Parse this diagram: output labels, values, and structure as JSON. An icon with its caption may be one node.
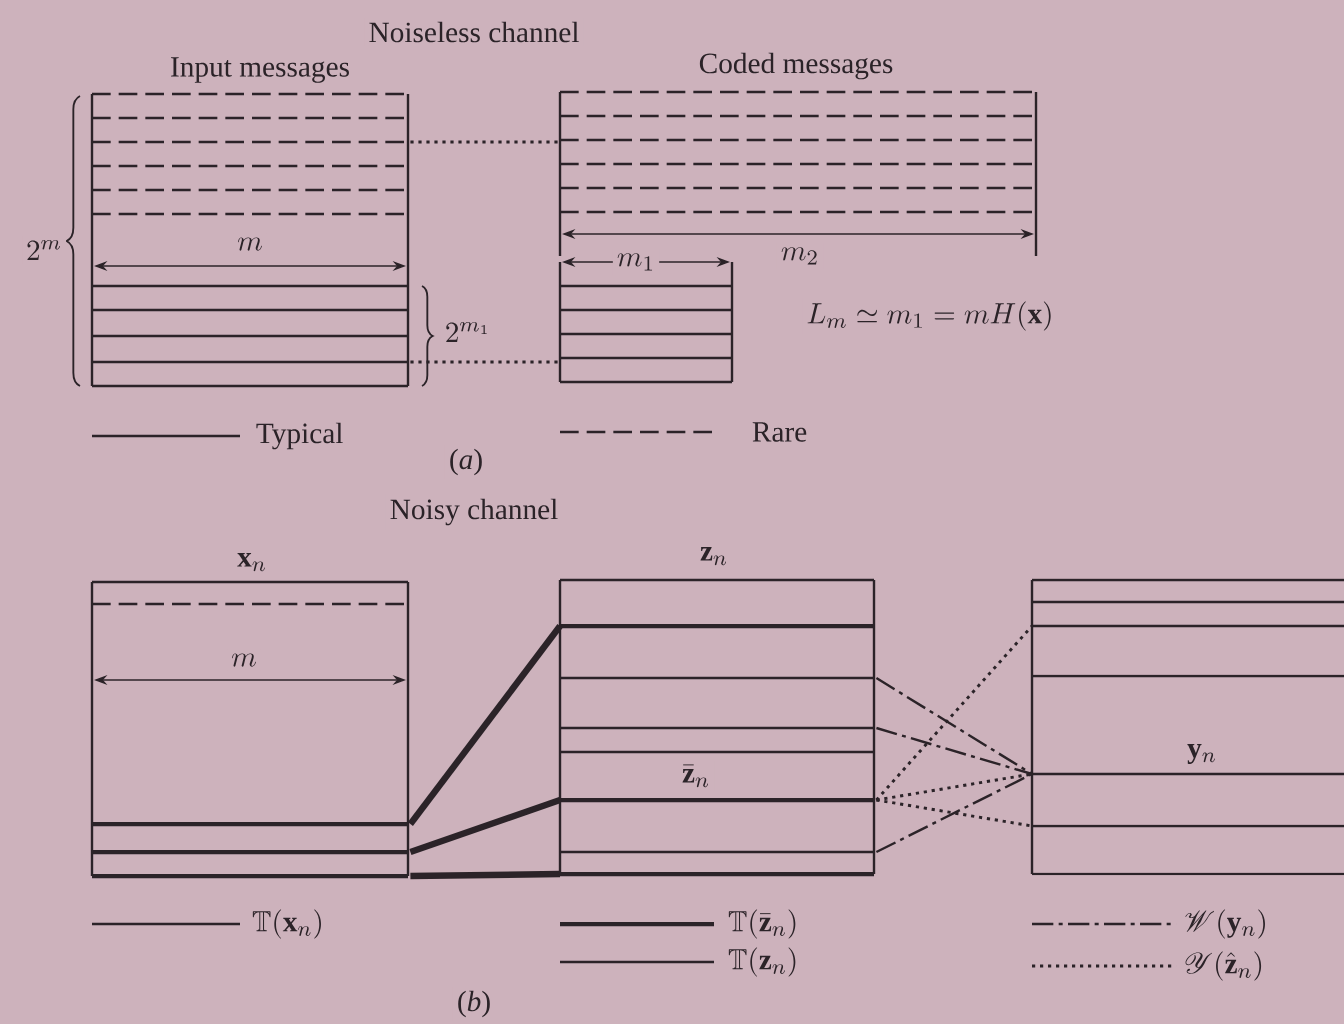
{
  "diagram": {
    "nodes": [
      {
        "text": [
          "Input messages"
        ]
      },
      {
        "text": [
          "Coded messages"
        ]
      },
      {
        "text": [],
        "shape": "box"
      },
      {
        "text": [
          "\\mathbf{x}_n"
        ]
      },
      {
        "text": [
          "\\mathbf{z}_n"
        ]
      },
      {
        "text": [
          "\\mathbf{y}_n"
        ]
      }
    ],
    "edges": [
      {
        "from": 0,
        "to": 1,
        "arrow": "none",
        "style": "dashed"
      },
      {
        "from": 0,
        "to": 2,
        "arrow": "none",
        "style": "dashed"
      },
      {
        "from": 3,
        "to": 4,
        "arrow": "none",
        "style": "thick"
      },
      {
        "from": 3,
        "to": 4,
        "arrow": "none",
        "style": "thick"
      },
      {
        "from": 3,
        "to": 4,
        "arrow": "none",
        "style": "thick"
      },
      {
        "from": 4,
        "to": 5,
        "arrow": "none",
        "style": "dashed"
      },
      {
        "from": 4,
        "to": 5,
        "arrow": "none",
        "style": "dashed"
      },
      {
        "from": 4,
        "to": 5,
        "arrow": "none",
        "style": "dashed"
      },
      {
        "from": 4,
        "to": 5,
        "arrow": "none",
        "style": "dashed"
      },
      {
        "from": 4,
        "to": 5,
        "arrow": "none",
        "style": "dashed"
      },
      {
        "from": 4,
        "to": 5,
        "arrow": "none",
        "style": "dashed"
      }
    ],
    "labels": [
      "Noiseless channel",
      "2^m",
      "m",
      "m_2",
      "m_1",
      "2^{m_1}",
      "L_m \\simeq m_1 = mH(\\mathbf{x})",
      "(*a*)",
      "Noisy channel",
      "m",
      "\\bar{\\mathbf{z}}_n",
      "(*b*)"
    ],
    "legend": [
      {
        "text": "Typical"
      },
      {
        "text": "Rare"
      },
      {
        "text": "\\mathbb{T}(\\mathbf{x}_n)"
      },
      {
        "text": "\\mathbb{T}(\\bar{\\mathbf{z}}_n)"
      },
      {
        "text": "\\mathbb{T}(\\mathbf{z}_n)"
      },
      {
        "text": "\\mathscr{W}(\\mathbf{y}_n)"
      },
      {
        "text": "\\mathscr{Y}(\\hat{\\mathbf{z}}_n)"
      }
    ]
  }
}
